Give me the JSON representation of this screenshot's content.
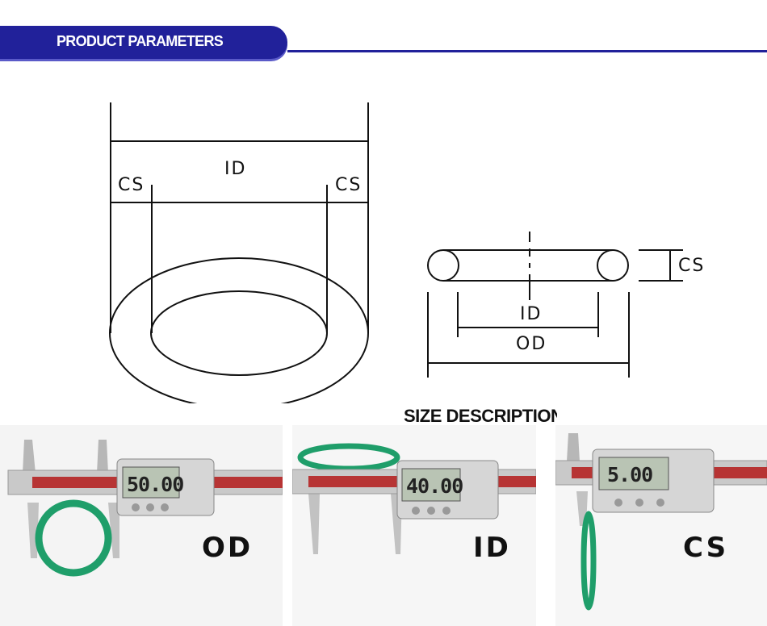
{
  "header": {
    "title": "PRODUCT PARAMETERS"
  },
  "diagram": {
    "front_view": {
      "label_id": "ID",
      "label_cs_left": "CS",
      "label_cs_right": "CS"
    },
    "side_view": {
      "label_cs": "CS",
      "label_id": "ID",
      "label_od": "OD"
    }
  },
  "section_title": "SIZE DESCRIPTION",
  "measurements": [
    {
      "label": "OD",
      "reading": "50.00"
    },
    {
      "label": "ID",
      "reading": "40.00"
    },
    {
      "label": "CS",
      "reading": "5.00"
    }
  ],
  "colors": {
    "brand": "#21219a",
    "oring": "#1f9e6a",
    "scale_red": "#b22a2a"
  }
}
